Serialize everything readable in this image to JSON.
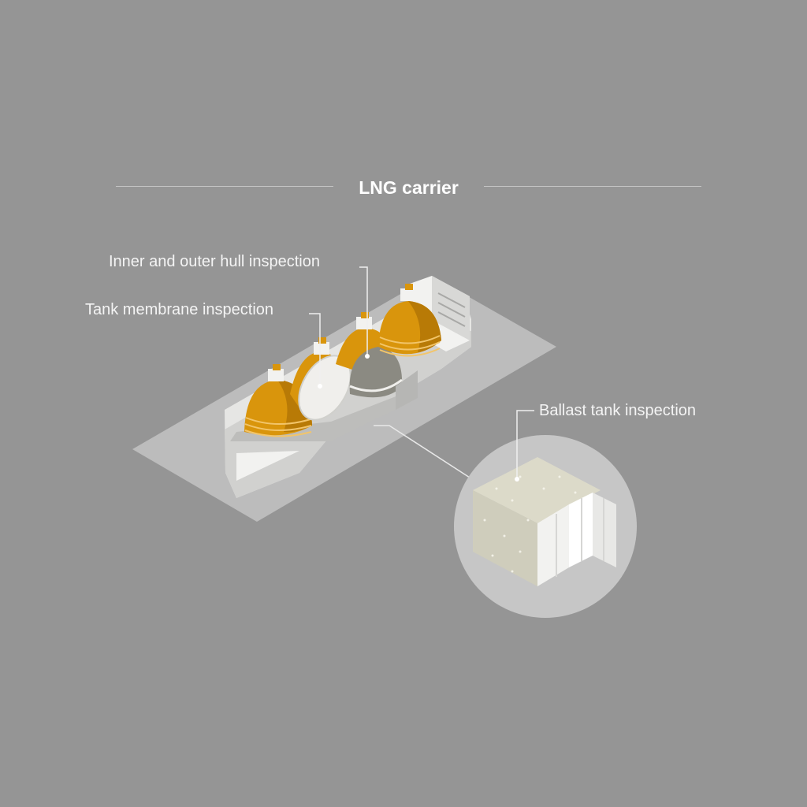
{
  "title": "LNG carrier",
  "labels": {
    "hull": "Inner and outer hull inspection",
    "membrane": "Tank membrane inspection",
    "ballast": "Ballast tank inspection"
  },
  "colors": {
    "background": "#959595",
    "tank_orange": "#d9950c",
    "tank_membrane_white": "#f0efec",
    "tank_grey": "#8b8a82",
    "ballast_panel": "#d6d4c4",
    "hull_white": "#ededeb"
  }
}
